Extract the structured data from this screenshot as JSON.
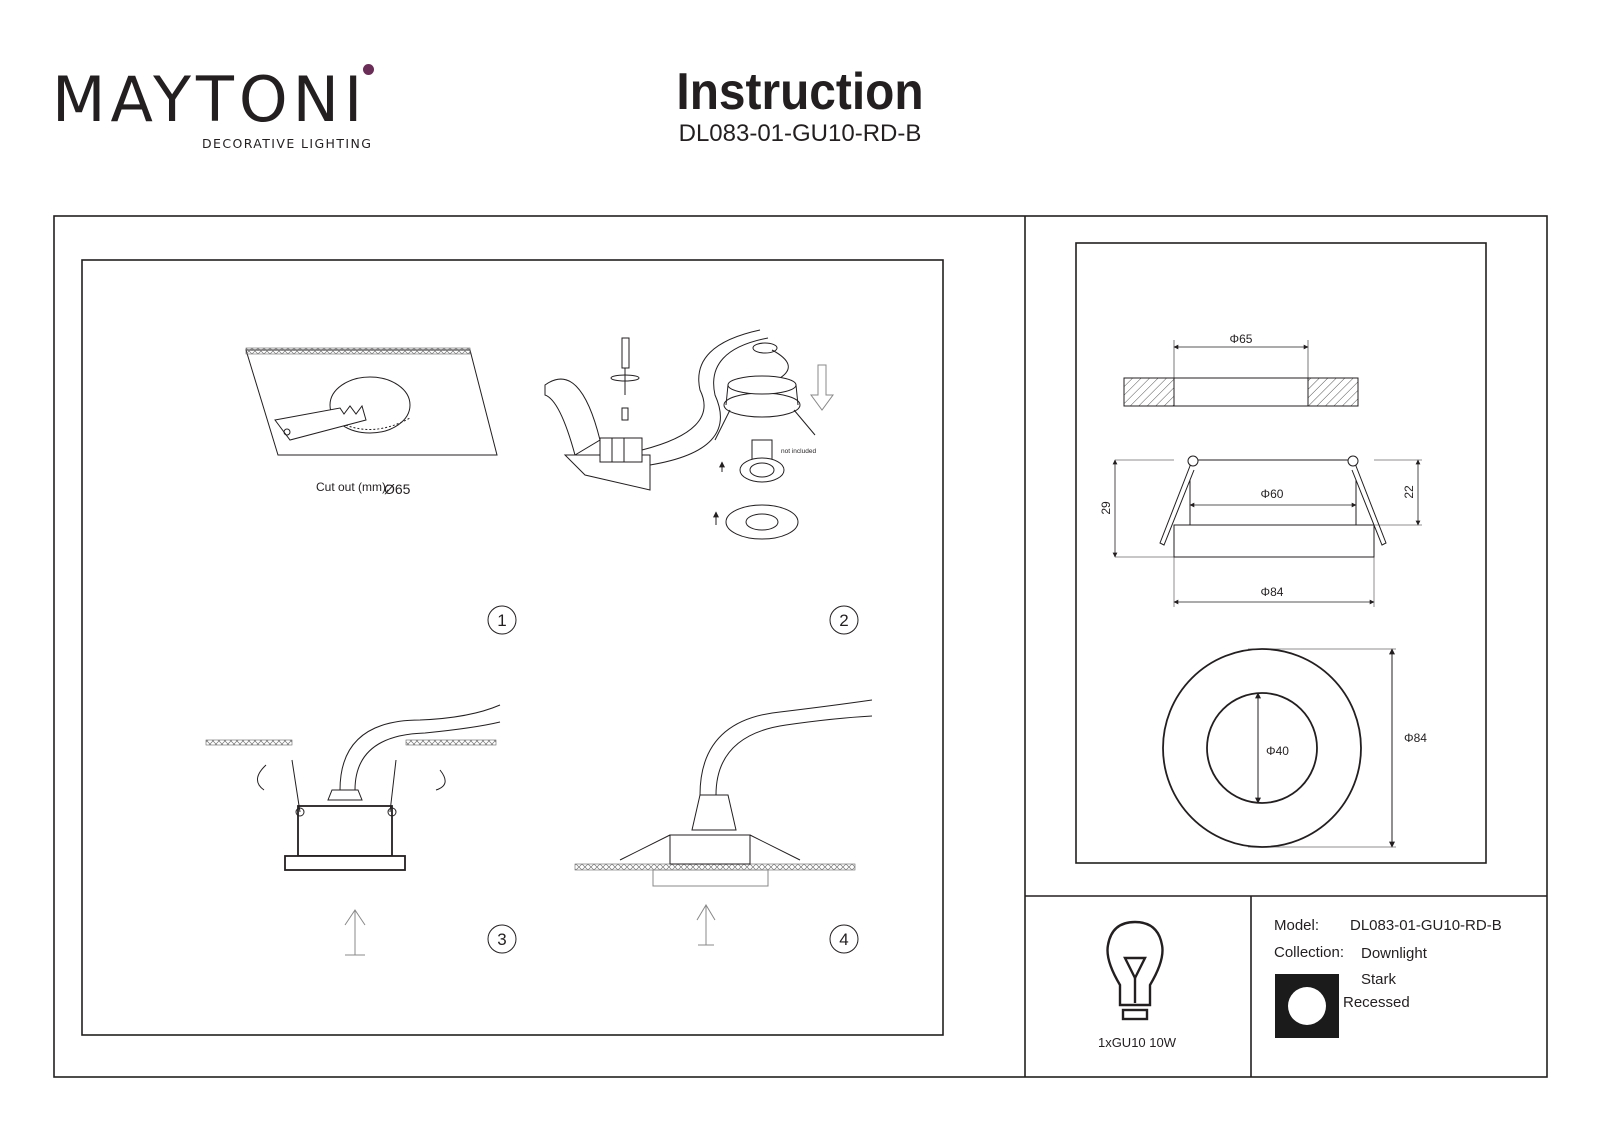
{
  "brand": {
    "name": "MAYTONI",
    "tagline": "DECORATIVE LIGHTING",
    "accent_color": "#6a2d57"
  },
  "header": {
    "title": "Instruction",
    "model_code": "DL083-01-GU10-RD-B"
  },
  "steps": {
    "step1": {
      "number": "1",
      "cutout_label": "Cut out (mm):",
      "cutout_value": "Ø65"
    },
    "step2": {
      "number": "2",
      "not_included": "not included"
    },
    "step3": {
      "number": "3"
    },
    "step4": {
      "number": "4"
    }
  },
  "drawing": {
    "cutout_dia": "Φ65",
    "inner_dia": "Φ60",
    "outer_dia_side": "Φ84",
    "height_total": "29",
    "height_body": "22",
    "aperture_dia": "Φ40",
    "outer_dia_front": "Φ84"
  },
  "lamp": {
    "icon": "light-bulb-icon",
    "spec": "1xGU10 10W"
  },
  "info": {
    "model_label": "Model:",
    "model_value": "DL083-01-GU10-RD-B",
    "collection_label": "Collection:",
    "collection_value": "Downlight",
    "series_name": "Stark",
    "mount_type": "Recessed",
    "badge_icon": "circle-badge-icon"
  }
}
